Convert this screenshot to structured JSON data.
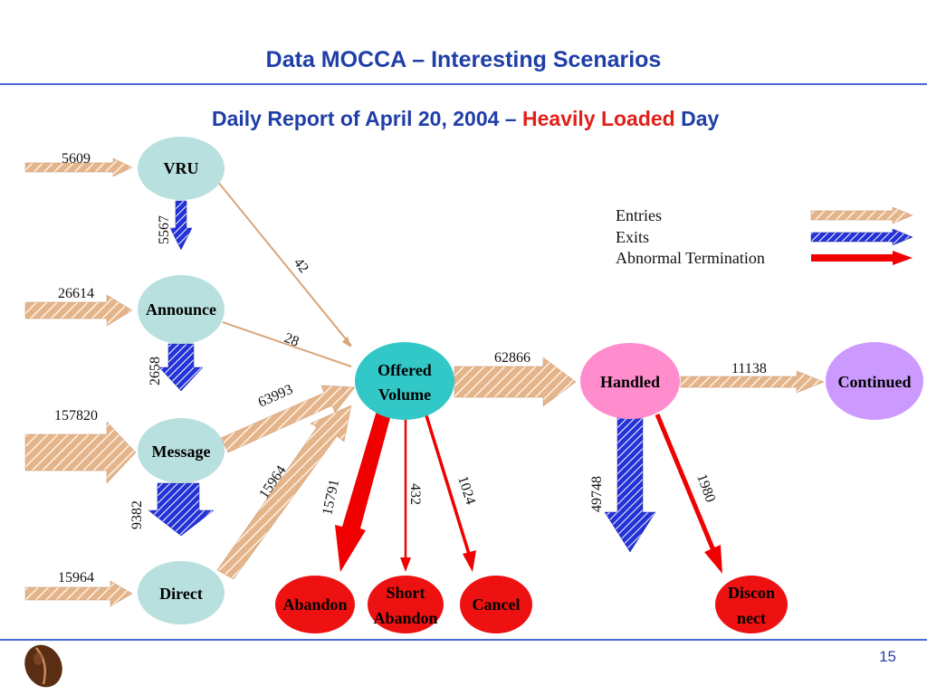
{
  "slide": {
    "title": "Data MOCCA – Interesting Scenarios",
    "subtitle_pre": "Daily Report of April 20, 2004 – ",
    "subtitle_highlight": "Heavily Loaded",
    "subtitle_post": " Day",
    "page_number": "15"
  },
  "colors": {
    "title": "#1f3ea7",
    "highlight": "#e0201a",
    "entry_arrow": "#d9a57a",
    "exit_arrow": "#2b3bd8",
    "abnormal_arrow": "#f00000",
    "node_teal": "#b8e0de",
    "node_offered": "#33c8c8",
    "node_handled": "#ff8ccc",
    "node_continued": "#cc99ff",
    "node_red": "#ee1111"
  },
  "nodes": {
    "vru": "VRU",
    "announce": "Announce",
    "message": "Message",
    "direct": "Direct",
    "offered_line1": "Offered",
    "offered_line2": "Volume",
    "handled": "Handled",
    "continued": "Continued",
    "abandon": "Abandon",
    "short_abandon_line1": "Short",
    "short_abandon_line2": "Abandon",
    "cancel": "Cancel",
    "disconnect_line1": "Discon",
    "disconnect_line2": "nect"
  },
  "flows": {
    "entry_vru": "5609",
    "entry_announce": "26614",
    "entry_message": "157820",
    "entry_direct": "15964",
    "vru_to_announce": "5567",
    "announce_to_message": "2658",
    "message_to_direct": "9382",
    "vru_to_offered": "42",
    "announce_to_offered": "28",
    "message_to_offered": "63993",
    "direct_to_offered": "15964",
    "offered_to_handled": "62866",
    "handled_to_continued": "11138",
    "offered_to_abandon": "15791",
    "offered_to_short_abandon": "432",
    "offered_to_cancel": "1024",
    "handled_exit": "49748",
    "handled_to_disconnect": "1980"
  },
  "legend": {
    "entries": "Entries",
    "exits": "Exits",
    "abnormal": "Abnormal Termination"
  }
}
